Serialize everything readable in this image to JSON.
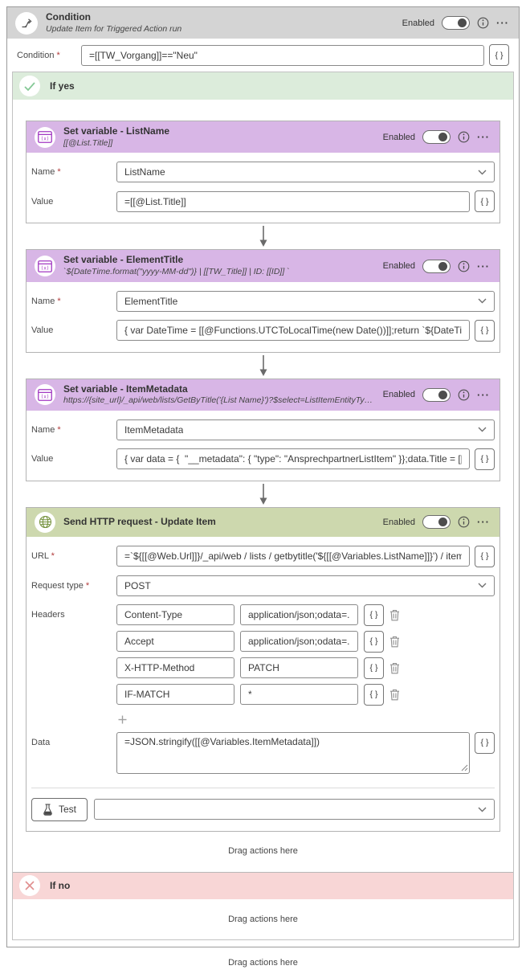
{
  "labels": {
    "enabled": "Enabled",
    "name": "Name",
    "value": "Value",
    "required": "*",
    "more": "···",
    "expr": "{ }"
  },
  "condition_card": {
    "title": "Condition",
    "subtitle": "Update Item for Triggered Action run",
    "condition_label": "Condition",
    "condition_value": "=[[TW_Vorgang]]==\"Neu\""
  },
  "branches": {
    "yes_label": "If yes",
    "no_label": "If no",
    "drag_hint": "Drag actions here"
  },
  "set_variables": [
    {
      "title": "Set variable - ListName",
      "subtitle": "[[@List.Title]]",
      "name": "ListName",
      "value": "=[[@List.Title]]"
    },
    {
      "title": "Set variable - ElementTitle",
      "subtitle": "`${DateTime.format(\"yyyy-MM-dd\")} | [[TW_Title]] | ID: [[ID]] `",
      "name": "ElementTitle",
      "value": "{ var DateTime = [[@Functions.UTCToLocalTime(new Date())]];return `${DateTime...."
    },
    {
      "title": "Set variable - ItemMetadata",
      "subtitle": "https://{site_url}/_api/web/lists/GetByTitle('{List Name}')?$select=ListItemEntityTypeFullName",
      "name": "ItemMetadata",
      "value": "{ var data = {  \"__metadata\": { \"type\": \"AnsprechpartnerListItem\" }};data.Title = [[@Va..."
    }
  ],
  "http_request": {
    "title": "Send HTTP request - Update Item",
    "url_label": "URL",
    "url_value": "=`${[[@Web.Url]]}/_api/web / lists / getbytitle('${[[@Variables.ListName]]}') / items...",
    "request_type_label": "Request type",
    "request_type_value": "POST",
    "headers_label": "Headers",
    "headers": [
      {
        "name": "Content-Type",
        "value": "application/json;odata=..."
      },
      {
        "name": "Accept",
        "value": "application/json;odata=..."
      },
      {
        "name": "X-HTTP-Method",
        "value": "PATCH"
      },
      {
        "name": "IF-MATCH",
        "value": "*"
      }
    ],
    "data_label": "Data",
    "data_value": "=JSON.stringify([[@Variables.ItemMetadata]])",
    "test_label": "Test"
  },
  "page": {
    "bottom_drag_hint": "Drag actions here"
  },
  "colors": {
    "header_gray": "#d4d4d4",
    "set_variable_purple": "#d8b6e6",
    "http_green": "#cdd8ae",
    "if_yes_green": "#dcecdb",
    "if_no_pink": "#f8d6d6",
    "accent_purple": "#a238c2",
    "accent_green": "#75923e"
  }
}
